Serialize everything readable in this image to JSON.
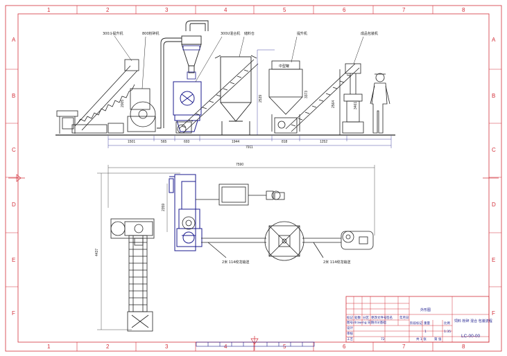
{
  "frame": {
    "columns": [
      "1",
      "2",
      "3",
      "4",
      "5",
      "6",
      "7",
      "8"
    ],
    "rows": [
      "A",
      "B",
      "C",
      "D",
      "E",
      "F"
    ],
    "colors": {
      "border": "#d3303a",
      "equipment": "#1a1a8c",
      "dimension": "#222222"
    }
  },
  "elevation_view": {
    "callouts": [
      "300斗提升机",
      "800粉碎机",
      "300U混合机",
      "储料仓",
      "提升机",
      "成品包装机"
    ],
    "heights": [
      "2005",
      "2539",
      "3373",
      "2564",
      "3461"
    ],
    "widths": [
      "1501",
      "565",
      "693",
      "1944",
      "818",
      "1252"
    ],
    "overall": "7911",
    "tank_label": "中型罐"
  },
  "plan_view": {
    "overall_width": "7590",
    "overall_depth": "4437",
    "mixer_width": "2359",
    "pipe_labels": [
      "2米 114绞龙输送",
      "2米 114绞龙输送"
    ]
  },
  "title_block": {
    "drawing_title": "外形图",
    "project_name": "饲料 粉碎 混合 包装流程",
    "drawing_code": "LC-00-00",
    "scale": "1:35",
    "sheet_count": "1",
    "headers": [
      "标记",
      "处数",
      "分区",
      "更改文件号",
      "签名",
      "年月日"
    ],
    "revision_line": "图号/drawing 日期/03/基础",
    "row_labels": [
      "设计",
      "审核",
      "工艺"
    ],
    "weight": "72",
    "stage_labels": [
      "阶段标记",
      "重量",
      "比例"
    ],
    "sheet_labels": [
      "共 1 张",
      "第 张"
    ]
  },
  "icons": [
    "center-mark-icon",
    "triangle-mark-icon"
  ]
}
